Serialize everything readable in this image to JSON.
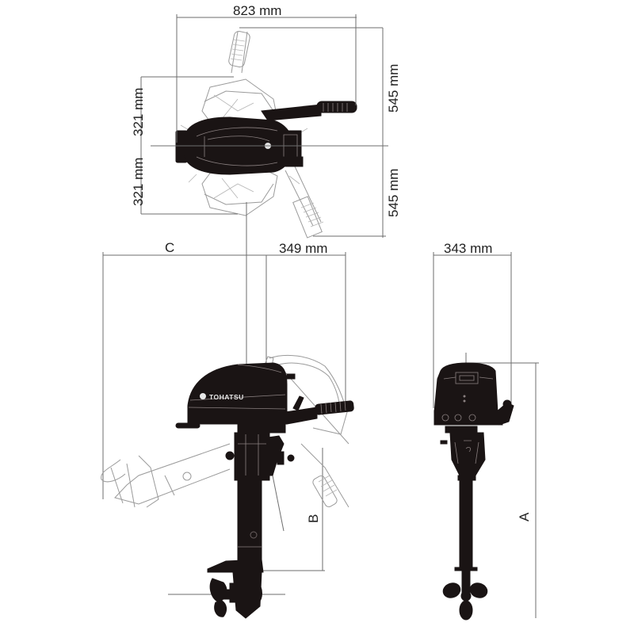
{
  "diagram": {
    "subject": "Outboard motor dimension drawing",
    "brand": "TOHATSU",
    "top_view": {
      "overall_width_label": "823 mm",
      "tiller_sweep_upper_label": "545 mm",
      "tiller_sweep_lower_label": "545 mm",
      "turning_half_upper_label": "321 mm",
      "turning_half_lower_label": "321 mm"
    },
    "side_view": {
      "tilt_reach_label": "C",
      "rear_offset_label": "349 mm",
      "transom_height_label": "B"
    },
    "rear_view": {
      "cowl_width_label": "343 mm",
      "overall_height_label": "A"
    }
  },
  "colors": {
    "body": "#1a1414",
    "dimension_lines": "#6e6e6e",
    "ghost_lines": "#9a9a9a",
    "background": "#ffffff"
  }
}
